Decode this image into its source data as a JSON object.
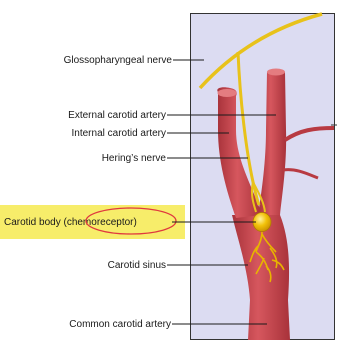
{
  "diagram": {
    "labels": {
      "glossopharyngeal": "Glossopharyngeal nerve",
      "external_carotid": "External carotid artery",
      "internal_carotid": "Internal carotid artery",
      "herings": "Hering’s nerve",
      "carotid_body_prefix": "Carotid body (",
      "carotid_body_chemo": "chemoreceptor",
      "carotid_body_suffix": ")",
      "carotid_sinus": "Carotid sinus",
      "common_carotid": "Common carotid artery"
    },
    "colors": {
      "panel_bg": "#dcdcf2",
      "panel_border": "#333333",
      "artery": "#c9474f",
      "artery_dark": "#a8323a",
      "artery_highlight": "#e47c80",
      "nerve": "#e8c21a",
      "nerve_light": "#f4dd55",
      "carotid_body": "#e8b400",
      "highlight_box": "#f7ed6a",
      "circle_annotation": "#e0393e"
    }
  }
}
